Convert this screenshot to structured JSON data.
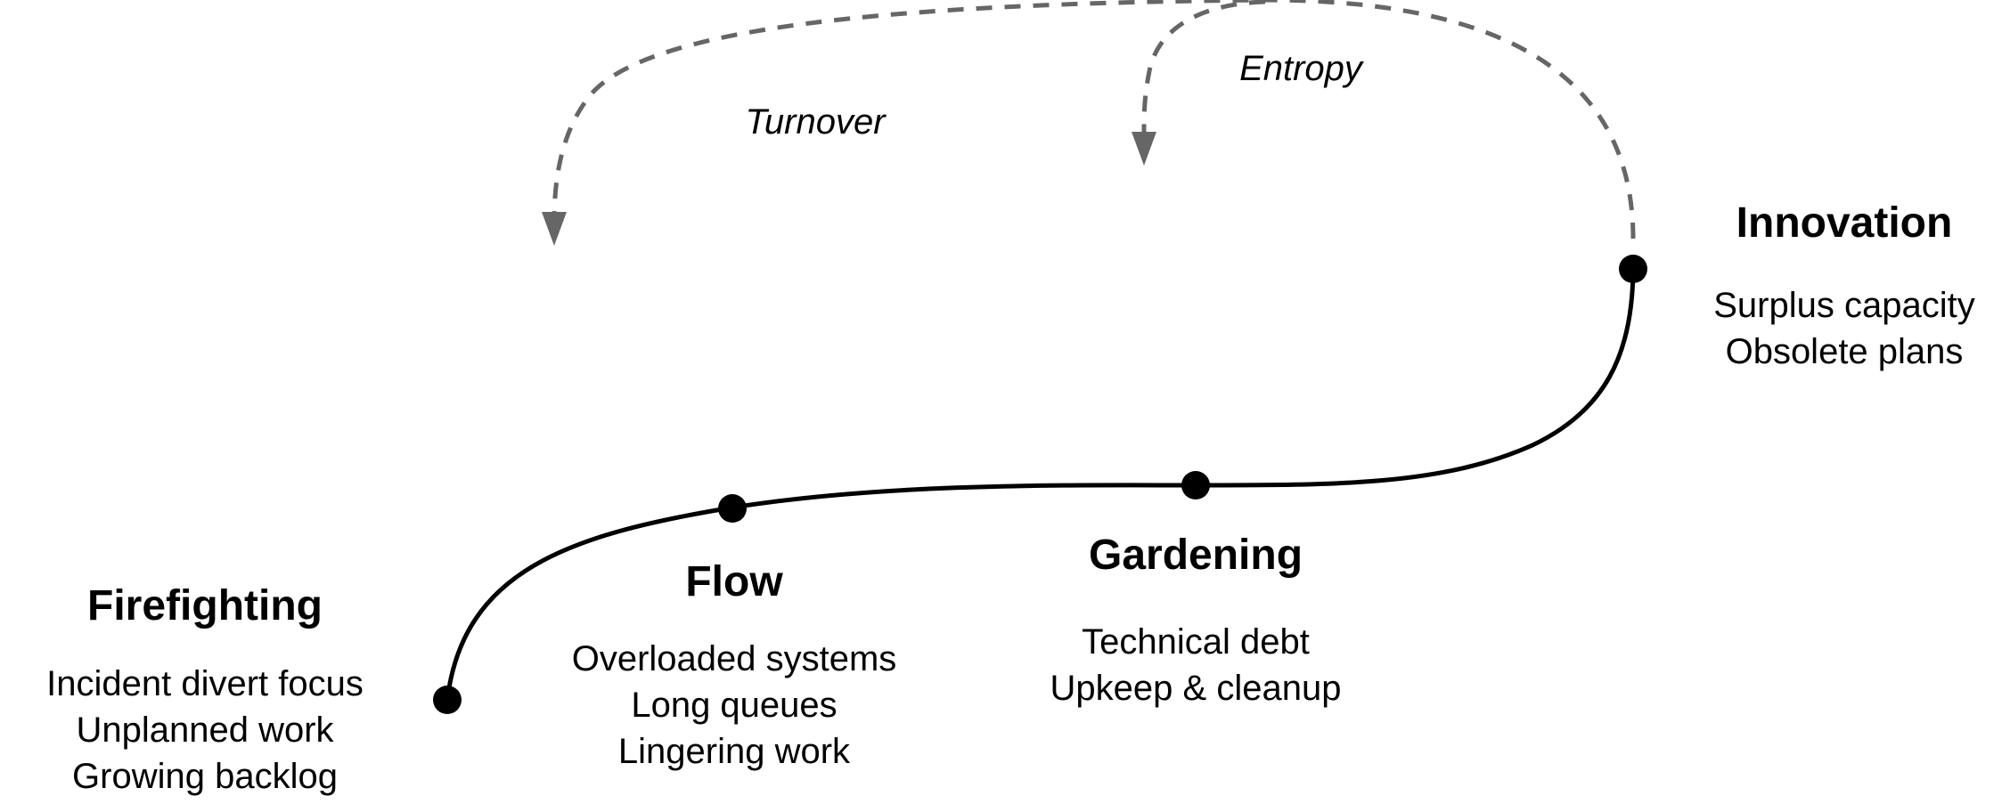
{
  "stages": [
    {
      "id": "firefighting",
      "title": "Firefighting",
      "lines": [
        "Incident divert focus",
        "Unplanned work",
        "Growing backlog"
      ]
    },
    {
      "id": "flow",
      "title": "Flow",
      "lines": [
        "Overloaded systems",
        "Long queues",
        "Lingering work"
      ]
    },
    {
      "id": "gardening",
      "title": "Gardening",
      "lines": [
        "Technical debt",
        "Upkeep & cleanup"
      ]
    },
    {
      "id": "innovation",
      "title": "Innovation",
      "lines": [
        "Surplus capacity",
        "Obsolete plans"
      ]
    }
  ],
  "feedback": {
    "turnover": "Turnover",
    "entropy": "Entropy"
  },
  "colors": {
    "curve": "#000000",
    "node": "#000000",
    "dashed": "#666666",
    "text": "#000000"
  }
}
